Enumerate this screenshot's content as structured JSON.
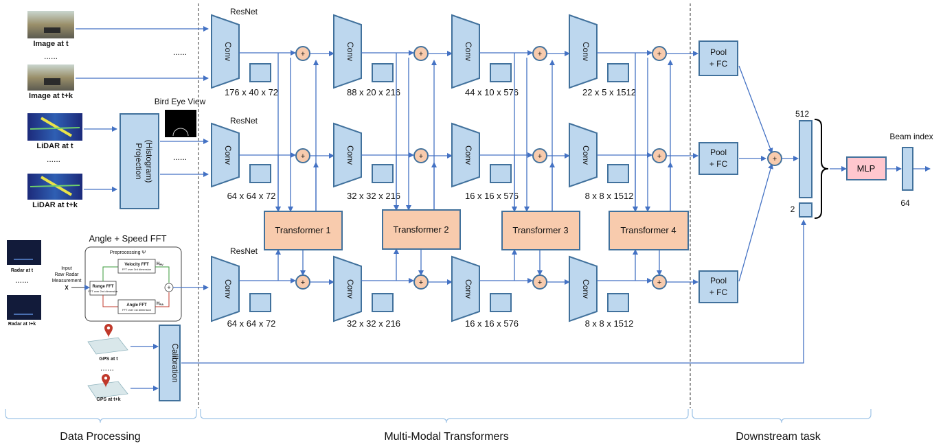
{
  "labels": {
    "resnet_top": "ResNet",
    "resnet_mid": "ResNet",
    "resnet_bot": "ResNet",
    "conv": "Conv",
    "plus": "+",
    "dots": "......",
    "image_t": "Image at t",
    "image_tk": "Image at t+k",
    "lidar_t": "LiDAR at t",
    "lidar_tk": "LiDAR at t+k",
    "radar_t": "Radar at t",
    "radar_tk": "Radar at t+k",
    "gps_t": "GPS at t",
    "gps_tk": "GPS at t+k",
    "bird_eye_view": "Bird Eye View",
    "projection_line1": "Projection",
    "projection_line2": "(Histogram)",
    "calibration": "Calibration",
    "angle_speed_fft": "Angle + Speed FFT",
    "preprocessing": "Preprocessing Ψ",
    "input_line1": "Input",
    "input_line2": "Raw Radar",
    "input_line3": "Measurement",
    "input_x": "X",
    "range_fft": "Range FFT",
    "range_fft_sub": "FFT over 2nd dimension",
    "velocity_fft": "Velocity FFT",
    "velocity_fft_sub": "FFT over 3rd dimension",
    "angle_fft": "Angle FFT",
    "angle_fft_sub": "FFT over 1st dimension",
    "h_rv": "H",
    "h_rv_sub": "RV",
    "h_ra": "H",
    "h_ra_sub": "RA",
    "transformer_1": "Transformer 1",
    "transformer_2": "Transformer 2",
    "transformer_3": "Transformer 3",
    "transformer_4": "Transformer 4",
    "pool": "Pool",
    "fc": "+ FC",
    "mlp": "MLP",
    "beam_index": "Beam index",
    "dim_512": "512",
    "dim_2": "2",
    "dim_64": "64",
    "section_data": "Data Processing",
    "section_mm": "Multi-Modal Transformers",
    "section_down": "Downstream task"
  },
  "feature_dims": {
    "top": [
      "176 x 40 x 72",
      "88 x 20 x 216",
      "44 x 10 x 576",
      "22 x 5 x 1512"
    ],
    "mid": [
      "64 x 64 x 72",
      "32 x 32 x 216",
      "16 x 16 x 576",
      "8 x 8 x 1512"
    ],
    "bot": [
      "64 x 64 x 72",
      "32 x 32 x 216",
      "16 x 16 x 576",
      "8 x 8 x 1512"
    ]
  },
  "colors": {
    "block_fill": "#bdd7ee",
    "block_stroke": "#41719c",
    "transformer_fill": "#f8cbad",
    "mlp_fill": "#ffc7ce",
    "arrow": "#4472c4"
  }
}
